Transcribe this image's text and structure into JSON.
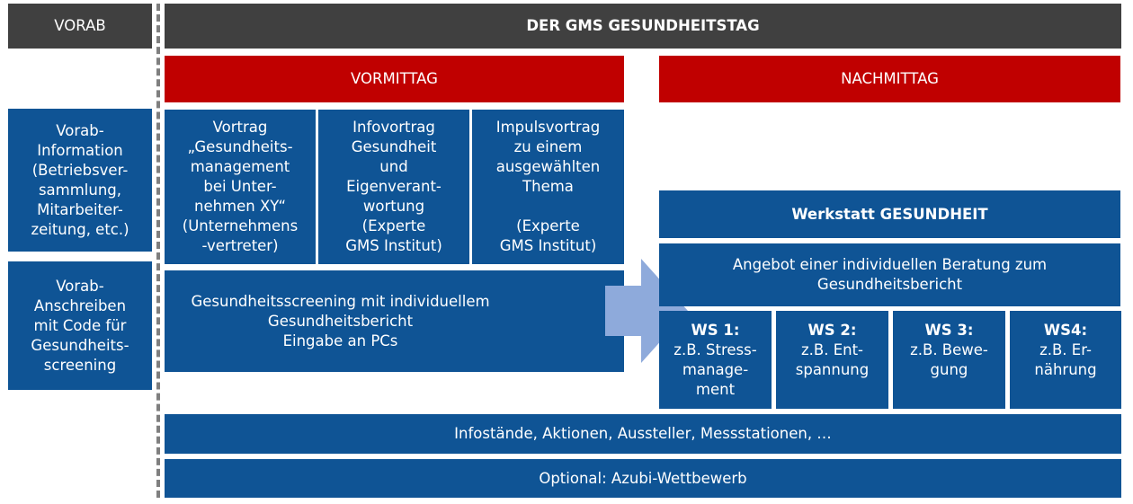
{
  "header": {
    "vorab": "VORAB",
    "title": "DER GMS GESUNDHEITSTAG"
  },
  "phases": {
    "vormittag": "VORMITTAG",
    "nachmittag": "NACHMITTAG"
  },
  "vorab_boxes": [
    "Vorab-\nInformation\n(Betriebsver-\nsammlung,\nMitarbeiter-\nzeitung, etc.)",
    "Vorab-\nAnschreiben\nmit Code für\nGesundheits-\nscreening"
  ],
  "vortraege": [
    "Vortrag\n„Gesundheits-\nmanagement\nbei Unter-\nnehmen XY“\n(Unternehmens\n-vertreter)",
    "Infovortrag\nGesundheit\nund\nEigenverant-\nwortung\n(Experte\nGMS Institut)",
    "Impulsvortrag\nzu einem\nausgewählten\nThema\n\n(Experte\nGMS Institut)"
  ],
  "screening": "Gesundheitsscreening mit individuellem\nGesundheitsbericht\nEingabe an PCs",
  "werkstatt": {
    "title": "Werkstatt GESUNDHEIT",
    "beratung": "Angebot einer individuellen Beratung zum\nGesundheitsbericht",
    "workshops": [
      {
        "label": "WS 1:",
        "text": "z.B. Stress-\nmanage-\nment"
      },
      {
        "label": "WS 2:",
        "text": "z.B. Ent-\nspannung"
      },
      {
        "label": "WS 3:",
        "text": "z.B. Bewe-\ngung"
      },
      {
        "label": "WS4:",
        "text": "z.B. Er-\nnährung"
      }
    ]
  },
  "footer": {
    "infostaende": "Infostände, Aktionen, Aussteller, Messstationen, …",
    "optional": "Optional: Azubi-Wettbewerb"
  },
  "colors": {
    "header_gray": "#404040",
    "accent_red": "#c00000",
    "box_blue": "#0f5495",
    "arrow_blue": "#8eaadb",
    "divider_gray": "#7f7f7f"
  }
}
